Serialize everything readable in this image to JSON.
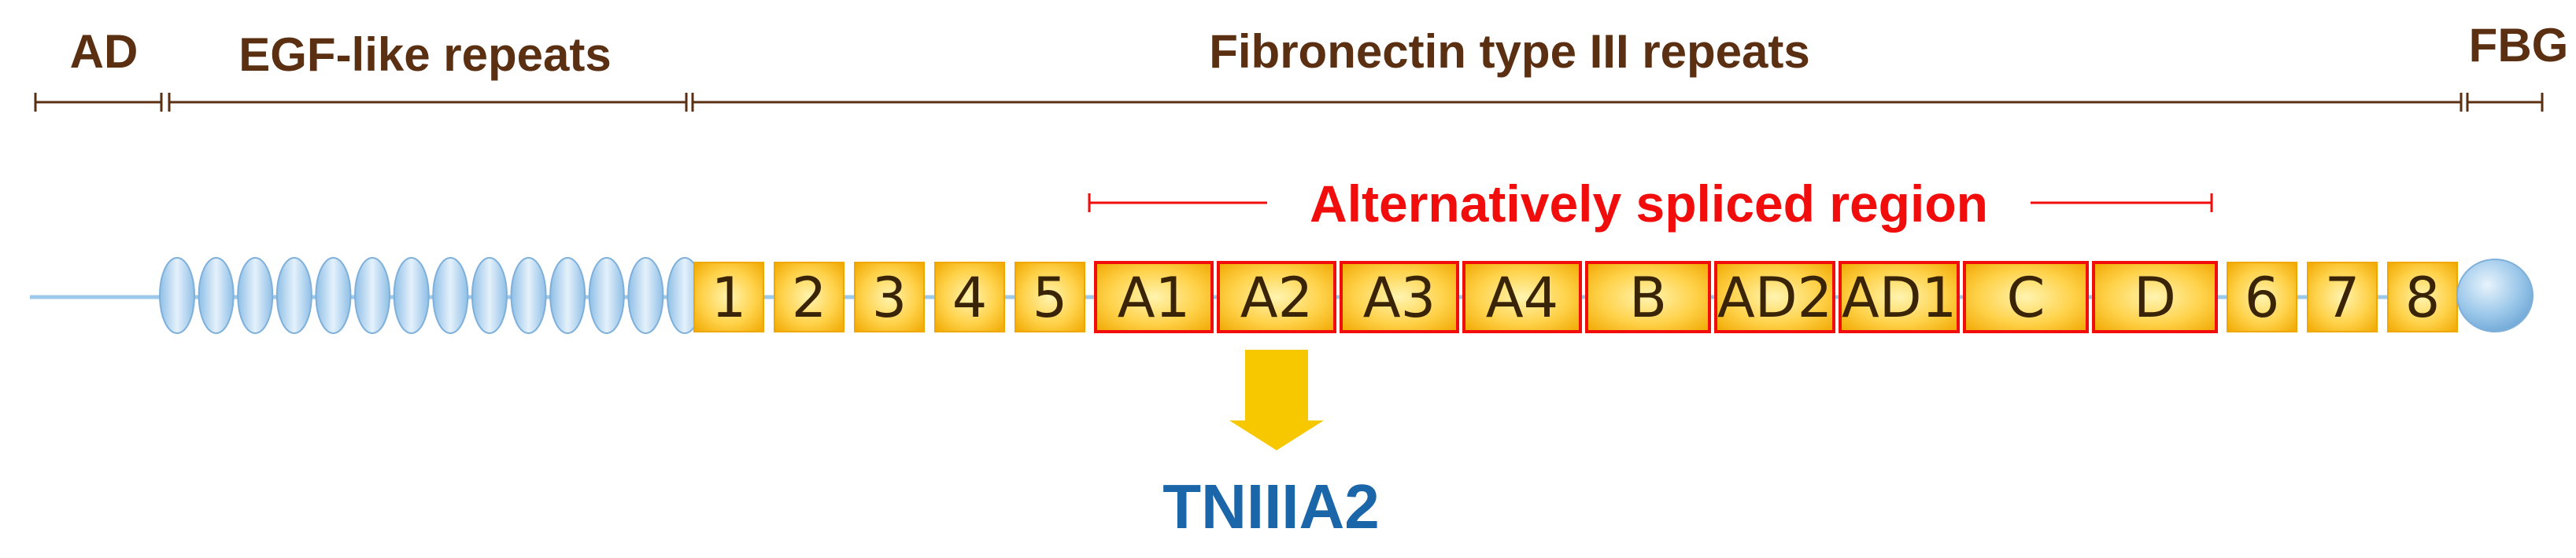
{
  "domains": {
    "ad": "AD",
    "egf": "EGF-like repeats",
    "fn3": "Fibronectin type III repeats",
    "fbg": "FBG"
  },
  "alt_region": {
    "title": "Alternatively spliced region"
  },
  "egf_repeat_count": 14,
  "repeats": [
    {
      "label": "1",
      "spliced": false
    },
    {
      "label": "2",
      "spliced": false
    },
    {
      "label": "3",
      "spliced": false
    },
    {
      "label": "4",
      "spliced": false
    },
    {
      "label": "5",
      "spliced": false
    },
    {
      "label": "A1",
      "spliced": true
    },
    {
      "label": "A2",
      "spliced": true
    },
    {
      "label": "A3",
      "spliced": true
    },
    {
      "label": "A4",
      "spliced": true
    },
    {
      "label": "B",
      "spliced": true
    },
    {
      "label": "AD2",
      "spliced": true
    },
    {
      "label": "AD1",
      "spliced": true
    },
    {
      "label": "C",
      "spliced": true
    },
    {
      "label": "D",
      "spliced": true
    },
    {
      "label": "6",
      "spliced": false
    },
    {
      "label": "7",
      "spliced": false
    },
    {
      "label": "8",
      "spliced": false
    }
  ],
  "output": {
    "label": "TNIIIA2",
    "source_repeat": "A2"
  },
  "colors": {
    "heading": "#5a2f12",
    "splice": "#f20d0d",
    "box_fill_center": "#ffe680",
    "box_fill_edge": "#f5b400",
    "egf_bead": "#9cc8ea",
    "arrow": "#f7c800",
    "output_label": "#1a66a8"
  }
}
